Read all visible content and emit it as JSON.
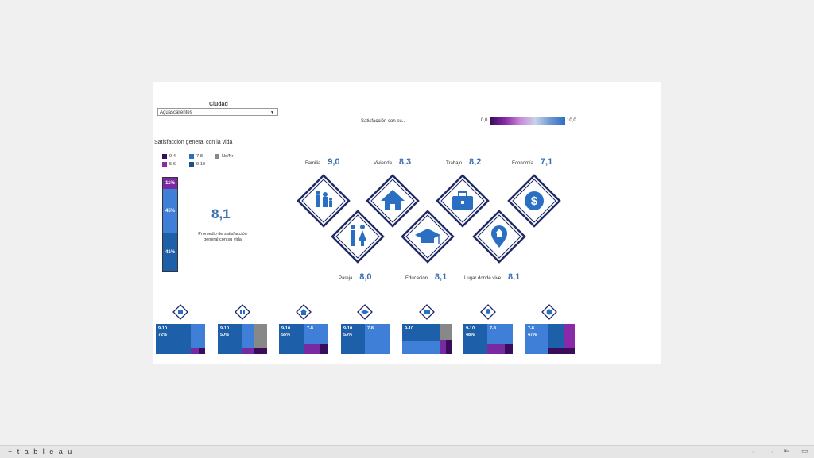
{
  "filter": {
    "title": "Ciudad",
    "selected": "Aguascalientes"
  },
  "satisfaction_chart": {
    "title": "Satisfacción general con la vida",
    "legend": [
      {
        "label": "0-4",
        "color": "#3a0d5a"
      },
      {
        "label": "7-8",
        "color": "#2b6fc2"
      },
      {
        "label": "No/Nr",
        "color": "#888888"
      },
      {
        "label": "5-6",
        "color": "#8a2aa8"
      },
      {
        "label": "9-10",
        "color": "#1d4f8f"
      }
    ],
    "segments": [
      {
        "label": "11%",
        "value": 11,
        "color": "#7a2aa0"
      },
      {
        "label": "45%",
        "value": 45,
        "color": "#3f7fd8"
      },
      {
        "label": "41%",
        "value": 41,
        "color": "#1d5fa8"
      }
    ]
  },
  "average": {
    "value": "8,1",
    "caption": "Promedio de satisfacción general con su vida"
  },
  "colorbar": {
    "title": "Satisfacción con su...",
    "min": "0,0",
    "max": "10,0"
  },
  "dimensions": {
    "familia": {
      "name": "Familia",
      "value": "9,0"
    },
    "vivienda": {
      "name": "Vivienda",
      "value": "8,3"
    },
    "trabajo": {
      "name": "Trabajo",
      "value": "8,2"
    },
    "economia": {
      "name": "Economía",
      "value": "7,1"
    },
    "pareja": {
      "name": "Pareja",
      "value": "8,0"
    },
    "educacion": {
      "name": "Educación",
      "value": "8,1"
    },
    "lugar": {
      "name": "Lugar donde vive",
      "value": "8,1"
    }
  },
  "tiles": [
    {
      "icon": "family-icon",
      "l1": "9-10",
      "l2": "72%",
      "r1": "",
      "r2": ""
    },
    {
      "icon": "couple-icon",
      "l1": "9-10",
      "l2": "50%",
      "r1": "",
      "r2": ""
    },
    {
      "icon": "house-icon",
      "l1": "9-10",
      "l2": "55%",
      "r1": "7-8",
      "r2": ""
    },
    {
      "icon": "graduation-cap-icon",
      "l1": "9-10",
      "l2": "53%",
      "r1": "7-8",
      "r2": ""
    },
    {
      "icon": "briefcase-icon",
      "l1": "9-10",
      "l2": "",
      "r1": "",
      "r2": ""
    },
    {
      "icon": "location-pin-icon",
      "l1": "9-10",
      "l2": "48%",
      "r1": "7-8",
      "r2": ""
    },
    {
      "icon": "dollar-icon",
      "l1": "7-8",
      "l2": "47%",
      "r1": "",
      "r2": ""
    }
  ],
  "footer": {
    "brand": "+ t a b l e a u"
  },
  "colors": {
    "accent": "#3a6fb0",
    "navy": "#1f2a66",
    "icon_blue": "#2b6fc2",
    "purple": "#7a2aa0"
  }
}
